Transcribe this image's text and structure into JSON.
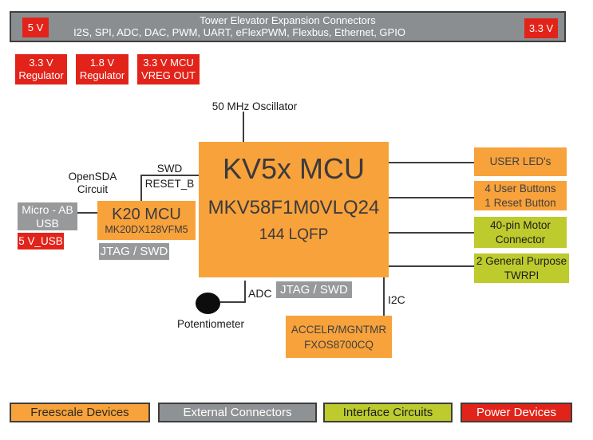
{
  "colors": {
    "freescale_orange": "#F8A23B",
    "connector_gray": "#97999B",
    "interface_green": "#BDCB2D",
    "power_red": "#E2231A",
    "bar_gray": "#8A8E90",
    "line_dark": "#3F3E3C"
  },
  "top_bar": {
    "left_badge": "5 V",
    "right_badge": "3.3 V",
    "title": "Tower Elevator Expansion Connectors",
    "subtitle": "I2S, SPI, ADC, DAC, PWM, UART, eFlexPWM, Flexbus, Ethernet, GPIO"
  },
  "regulators": [
    {
      "line1": "3.3 V",
      "line2": "Regulator"
    },
    {
      "line1": "1.8 V",
      "line2": "Regulator"
    },
    {
      "line1": "3.3 V MCU",
      "line2": "VREG OUT"
    }
  ],
  "oscillator": {
    "label": "50 MHz Oscillator"
  },
  "kv5x_mcu": {
    "title": "KV5x MCU",
    "part_number": "MKV58F1M0VLQ24",
    "package": "144 LQFP"
  },
  "opensda": {
    "circuit_line1": "OpenSDA",
    "circuit_line2": "Circuit",
    "swd_label": "SWD",
    "reset_label": "RESET_B",
    "usb_line1": "Micro - AB",
    "usb_line2": "USB",
    "usb_power_label": "5 V_USB",
    "k20_title": "K20 MCU",
    "k20_part_number": "MK20DX128VFM5",
    "jtag_label": "JTAG / SWD"
  },
  "right_connections": [
    {
      "line1": "USER LED's",
      "line2": ""
    },
    {
      "line1": "4 User Buttons",
      "line2": "1 Reset Button"
    },
    {
      "line1": "40-pin Motor",
      "line2": "Connector"
    },
    {
      "line1": "2 General Purpose",
      "line2": "TWRPI"
    }
  ],
  "bottom_section": {
    "adc_label": "ADC",
    "jtag_label": "JTAG / SWD",
    "i2c_label": "I2C",
    "potentiometer_label": "Potentiometer",
    "accel_line1": "ACCELR/MGNTMR",
    "accel_line2": "FXOS8700CQ"
  },
  "legend": [
    {
      "label": "Freescale Devices"
    },
    {
      "label": "External Connectors"
    },
    {
      "label": "Interface Circuits"
    },
    {
      "label": "Power Devices"
    }
  ]
}
